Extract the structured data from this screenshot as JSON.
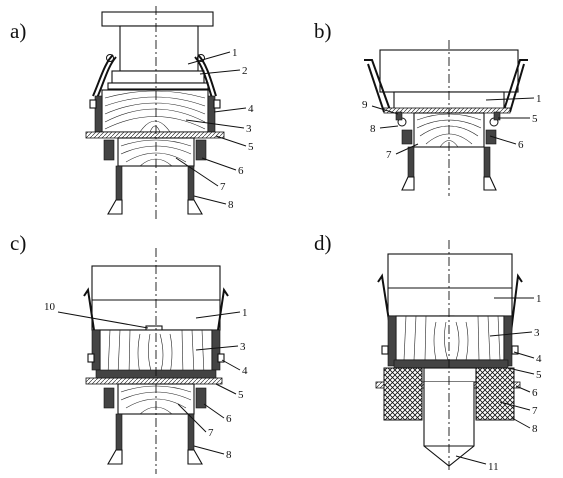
{
  "panels": [
    {
      "letter": "a)",
      "labels": [
        "1",
        "2",
        "4",
        "3",
        "5",
        "6",
        "7",
        "8"
      ]
    },
    {
      "letter": "b)",
      "labels": [
        "1",
        "9",
        "5",
        "8",
        "6",
        "7"
      ]
    },
    {
      "letter": "c)",
      "labels": [
        "10",
        "1",
        "3",
        "4",
        "5",
        "6",
        "7",
        "8"
      ]
    },
    {
      "letter": "d)",
      "labels": [
        "1",
        "3",
        "4",
        "5",
        "6",
        "7",
        "8",
        "11"
      ]
    }
  ]
}
